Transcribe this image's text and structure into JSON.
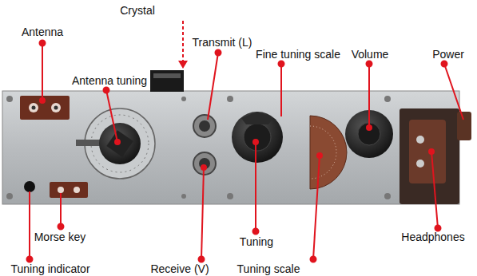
{
  "diagram": {
    "labels": [
      "Crystal",
      "Antenna",
      "Transmit (L)",
      "Fine tuning scale",
      "Volume",
      "Power",
      "Antenna tuning",
      "Morse key",
      "Tuning",
      "Headphones",
      "Tuning indicator",
      "Receive (V)",
      "Tuning scale"
    ]
  }
}
